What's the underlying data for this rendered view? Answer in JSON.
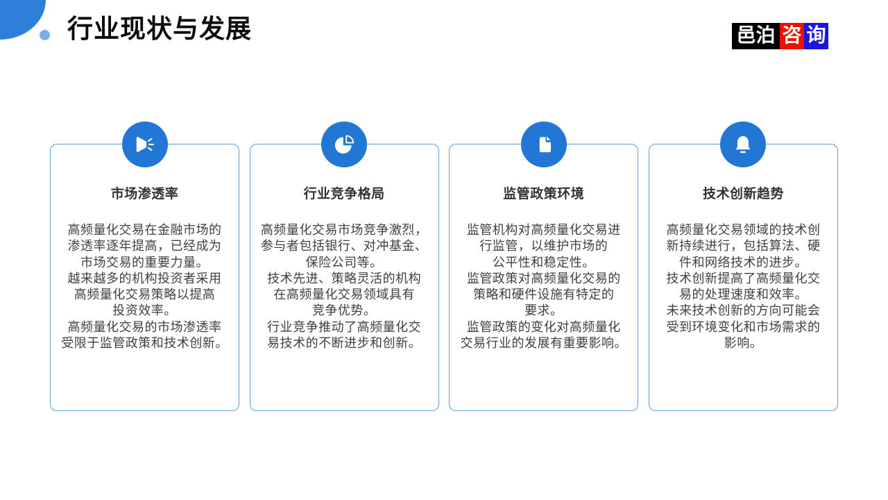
{
  "header": {
    "title": "行业现状与发展"
  },
  "logo": {
    "part_black": "邑泊",
    "part_red": "咨",
    "part_blue": "询"
  },
  "colors": {
    "accent_blue": "#2277D4",
    "card_border_blue": "#5B9BD5",
    "corner_shape_blue": "#2E7FD9",
    "dot_light_blue": "#7AACEA",
    "logo_black": "#000000",
    "logo_red": "#EE1100",
    "logo_blue": "#1A16E0",
    "title_text": "#0d0d0d",
    "body_text": "#3f3f3f"
  },
  "cards": [
    {
      "icon": "speaker-icon",
      "title": "市场渗透率",
      "lines": [
        "高频量化交易在金融市场的",
        "渗透率逐年提高，已经成为",
        "市场交易的重要力量。",
        "越来越多的机构投资者采用",
        "高频量化交易策略以提高",
        "投资效率。",
        "高频量化交易的市场渗透率",
        "受限于监管政策和技术创新。"
      ]
    },
    {
      "icon": "pie-chart-icon",
      "title": "行业竞争格局",
      "lines": [
        "高频量化交易市场竞争激烈，",
        "参与者包括银行、对冲基金、",
        "保险公司等。",
        "技术先进、策略灵活的机构",
        "在高频量化交易领域具有",
        "竞争优势。",
        "行业竞争推动了高频量化交",
        "易技术的不断进步和创新。"
      ]
    },
    {
      "icon": "document-icon",
      "title": "监管政策环境",
      "lines": [
        "监管机构对高频量化交易进",
        "行监管，以维护市场的",
        "公平性和稳定性。",
        "监管政策对高频量化交易的",
        "策略和硬件设施有特定的",
        "要求。",
        "监管政策的变化对高频量化",
        "交易行业的发展有重要影响。"
      ]
    },
    {
      "icon": "bell-icon",
      "title": "技术创新趋势",
      "lines": [
        "高频量化交易领域的技术创",
        "新持续进行，包括算法、硬",
        "件和网络技术的进步。",
        "技术创新提高了高频量化交",
        "易的处理速度和效率。",
        "未来技术创新的方向可能会",
        "受到环境变化和市场需求的",
        "影响。"
      ]
    }
  ]
}
